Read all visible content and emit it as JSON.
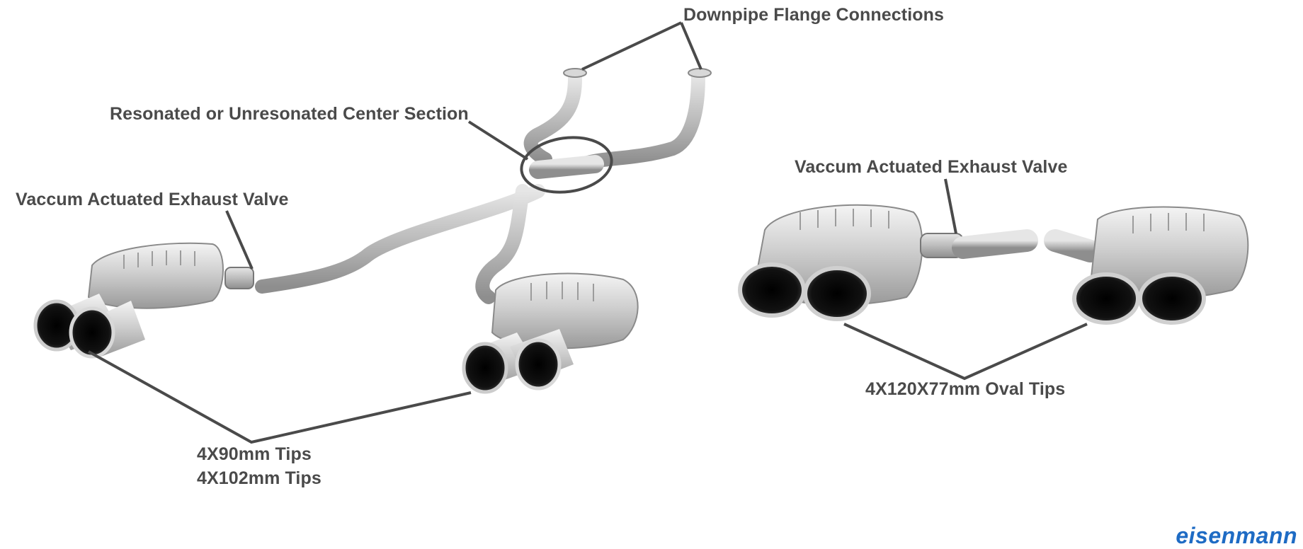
{
  "labels": {
    "downpipe": "Downpipe Flange Connections",
    "center_section": "Resonated or Unresonated Center Section",
    "valve_left": "Vaccum Actuated Exhaust Valve",
    "valve_right": "Vaccum Actuated Exhaust Valve",
    "tips_line1": "4X90mm Tips",
    "tips_line2": "4X102mm Tips",
    "oval_tips": "4X120X77mm Oval Tips"
  },
  "brand": "eisenmann",
  "colors": {
    "label": "#4a4a4a",
    "brand": "#1e6bc4",
    "metal": "#c9c9c9",
    "leader": "#4a4a4a"
  }
}
